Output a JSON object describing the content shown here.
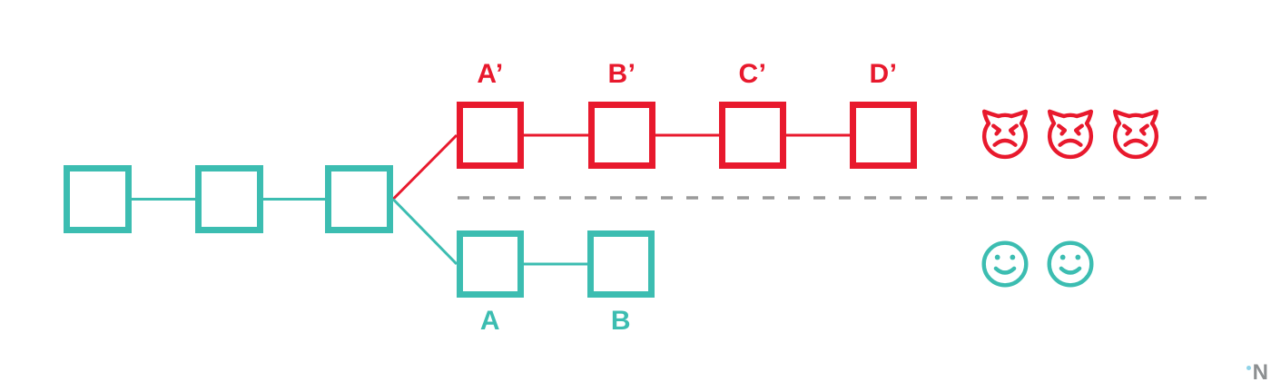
{
  "diagram": {
    "main_chain": {
      "block_count": 3
    },
    "top_branch": {
      "labels": [
        "A’",
        "B’",
        "C’",
        "D’"
      ],
      "block_count": 4,
      "emoji": "devil-face",
      "emoji_count": 3
    },
    "bottom_branch": {
      "labels": [
        "A",
        "B"
      ],
      "block_count": 2,
      "emoji": "smiley-face",
      "emoji_count": 2
    }
  },
  "watermark": {
    "text": "N"
  },
  "colors": {
    "teal": "#3CBDB1",
    "red": "#E8192D",
    "divider_gray": "#9A9A9A",
    "watermark_gray": "#8C8F91",
    "watermark_dot_blue": "#8FD3E8"
  }
}
